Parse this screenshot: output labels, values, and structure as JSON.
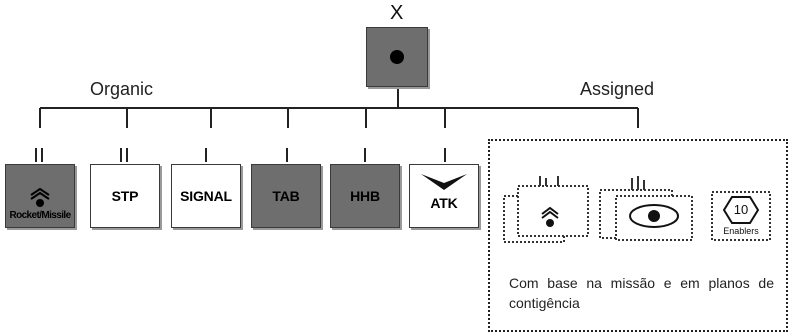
{
  "hq": {
    "echelon_mark": "X"
  },
  "labels": {
    "organic": "Organic",
    "assigned": "Assigned"
  },
  "units": [
    {
      "label": "Rocket/Missile",
      "fill": "dark"
    },
    {
      "label": "STP",
      "fill": "light"
    },
    {
      "label": "SIGNAL",
      "fill": "light"
    },
    {
      "label": "TAB",
      "fill": "dark"
    },
    {
      "label": "HHB",
      "fill": "dark"
    },
    {
      "label": "ATK",
      "fill": "light"
    }
  ],
  "assigned": {
    "enablers_number": "10",
    "enablers_label": "Enablers",
    "note": "Com base na missão e em planos de contigência"
  },
  "colors": {
    "dark_fill": "#6e6e6e",
    "line": "#222222"
  }
}
